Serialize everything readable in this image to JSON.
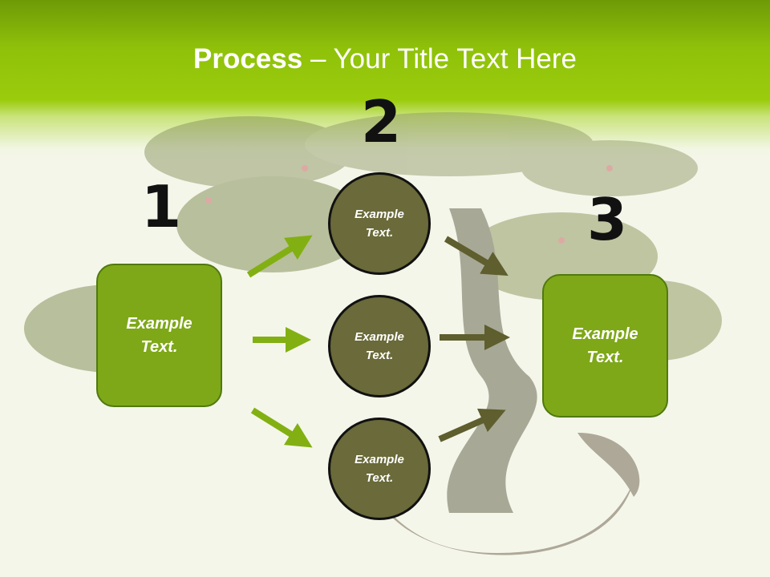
{
  "header": {
    "title_bold": "Process",
    "title_rest": " – Your Title Text Here"
  },
  "steps": [
    {
      "number": "1",
      "text": "Example Text."
    },
    {
      "number": "2"
    },
    {
      "number": "3",
      "text": "Example Text."
    }
  ],
  "circles": [
    {
      "text": "Example Text."
    },
    {
      "text": "Example Text."
    },
    {
      "text": "Example Text."
    }
  ],
  "colors": {
    "header_green": "#8fc10a",
    "box_green": "#7ea818",
    "circle_olive": "#6a6a3a",
    "arrow_green": "#82b012",
    "arrow_olive": "#5e5e2e"
  }
}
